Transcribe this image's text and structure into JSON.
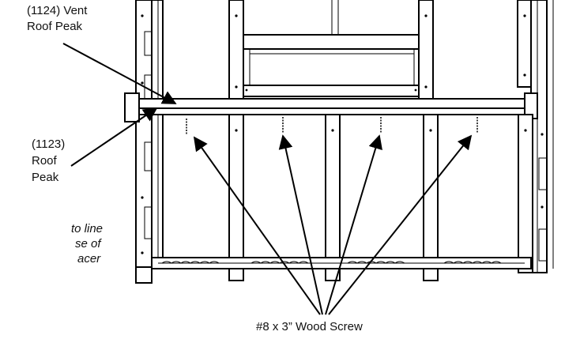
{
  "labels": {
    "vent_roof_peak_line1": "(1124) Vent",
    "vent_roof_peak_line2": "Roof Peak",
    "roof_peak_line1": "(1123)",
    "roof_peak_line2": "Roof",
    "roof_peak_line3": "Peak",
    "note_line1": "to line",
    "note_line2": "se of",
    "note_line3": "acer",
    "screw_label": "#8 x 3” Wood Screw"
  },
  "colors": {
    "line": "#000000",
    "background": "#ffffff",
    "text": "#111111"
  }
}
